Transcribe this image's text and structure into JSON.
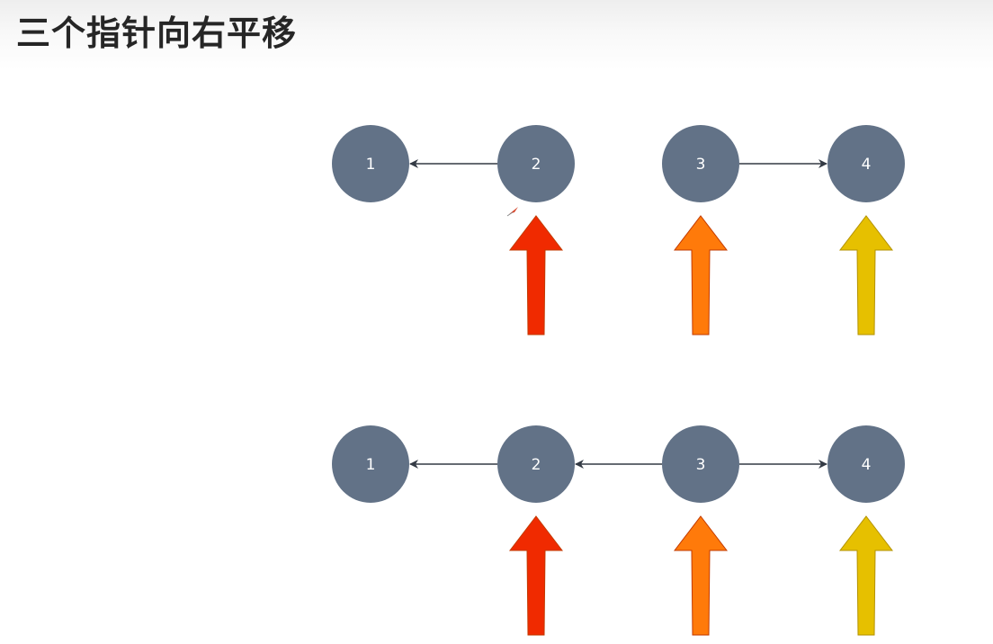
{
  "title": "三个指针向右平移",
  "colors": {
    "node_fill": "#627287",
    "node_text": "#ffffff",
    "edge": "#333a44",
    "pointer_1": "#f02a00",
    "pointer_2": "#ff7a0a",
    "pointer_3": "#e6c000"
  },
  "rows": [
    {
      "nodes": [
        "1",
        "2",
        "3",
        "4"
      ],
      "links": [
        {
          "from": "2",
          "to": "1"
        },
        {
          "from": "3",
          "to": "4"
        }
      ],
      "pointers_at": [
        "2",
        "3",
        "4"
      ]
    },
    {
      "nodes": [
        "1",
        "2",
        "3",
        "4"
      ],
      "links": [
        {
          "from": "2",
          "to": "1"
        },
        {
          "from": "3",
          "to": "2"
        },
        {
          "from": "3",
          "to": "4"
        }
      ],
      "pointers_at": [
        "2",
        "3",
        "4"
      ]
    }
  ]
}
